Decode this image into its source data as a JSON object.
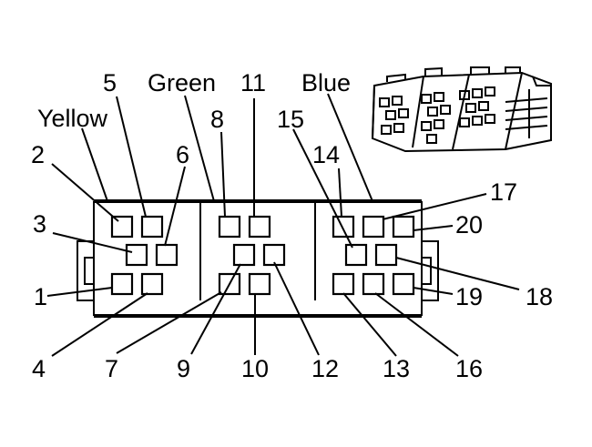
{
  "groups": {
    "yellow": "Yellow",
    "green": "Green",
    "blue": "Blue"
  },
  "pins": {
    "p1": "1",
    "p2": "2",
    "p3": "3",
    "p4": "4",
    "p5": "5",
    "p6": "6",
    "p7": "7",
    "p8": "8",
    "p9": "9",
    "p10": "10",
    "p11": "11",
    "p12": "12",
    "p13": "13",
    "p14": "14",
    "p15": "15",
    "p16": "16",
    "p17": "17",
    "p18": "18",
    "p19": "19",
    "p20": "20"
  },
  "icons": {
    "connector": "connector-housing-icon"
  }
}
